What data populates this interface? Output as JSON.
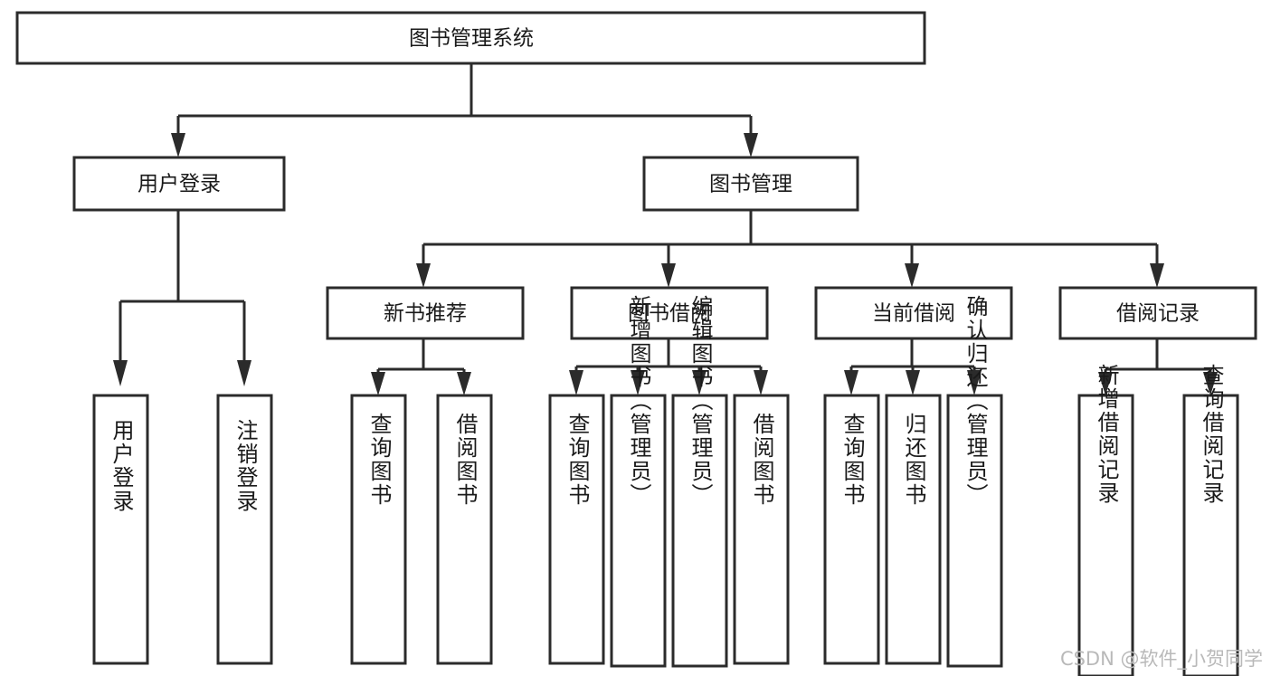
{
  "diagram": {
    "type": "tree-hierarchy-diagram",
    "title": "图书管理系统",
    "background_color": "#ffffff",
    "line_color": "#2b2b2b",
    "box_fill": "#ffffff",
    "text_color": "#1a1a1a"
  },
  "root": {
    "label": "图书管理系统"
  },
  "level1": [
    {
      "label": "用户登录"
    },
    {
      "label": "图书管理"
    }
  ],
  "level2": [
    {
      "label": "新书推荐"
    },
    {
      "label": "图书借阅"
    },
    {
      "label": "当前借阅"
    },
    {
      "label": "借阅记录"
    }
  ],
  "leaves": {
    "user_login": [
      {
        "label": "用户登录"
      },
      {
        "label": "注销登录"
      }
    ],
    "new_book_recommend": [
      {
        "label": "查询图书"
      },
      {
        "label": "借阅图书"
      }
    ],
    "book_borrow": [
      {
        "label": "查询图书"
      },
      {
        "label": "新增图书（管理员）"
      },
      {
        "label": "编辑图书（管理员）"
      },
      {
        "label": "借阅图书"
      }
    ],
    "current_borrow": [
      {
        "label": "查询图书"
      },
      {
        "label": "归还图书"
      },
      {
        "label": "确认归还（管理员）"
      }
    ],
    "borrow_record": [
      {
        "label": "新增借阅记录"
      },
      {
        "label": "查询借阅记录"
      }
    ]
  },
  "watermark": {
    "text": "CSDN @软件_小贺同学",
    "color": "#b9b9b9"
  }
}
